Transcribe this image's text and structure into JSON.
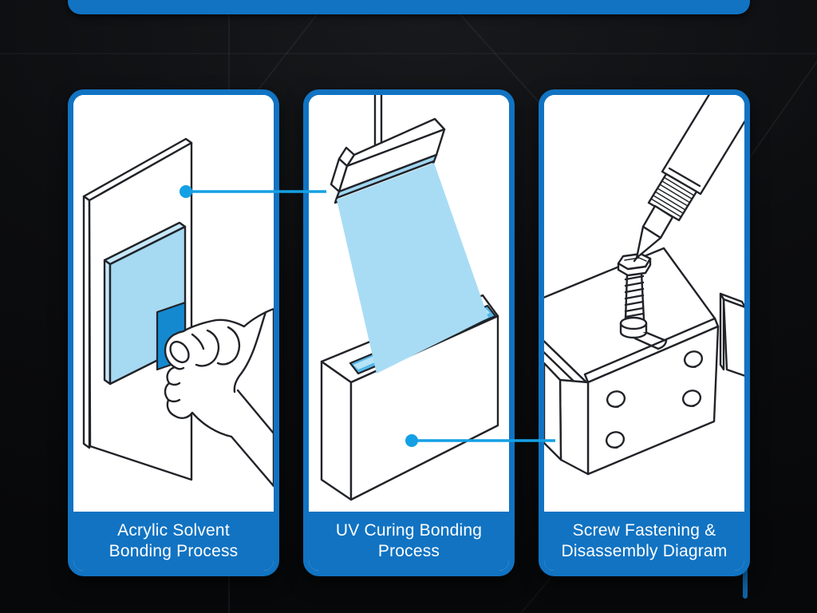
{
  "colors": {
    "accent_blue": "#1173c2",
    "callout_blue": "#14a0e4",
    "line_dark": "#212328",
    "panel_white": "#ffffff",
    "sheet_light_blue": "#a6d9f2",
    "sheet_edge_blue": "#c6e8f8",
    "solvent_square_blue": "#1489d0",
    "beam_blue": "#a8dcf5",
    "slot_blue": "#54b5e6",
    "slot_inner_blue": "#b5e3f7",
    "lamp_strip_blue": "#9fd6f2",
    "caption_text": "#ffffff",
    "background_dark": "#0a0b0d"
  },
  "panels": [
    {
      "id": "acrylic-solvent-bonding",
      "illustration": "hand-pressing-acrylic-sheets-illustration",
      "caption_line1": "Acrylic Solvent",
      "caption_line2": "Bonding Process"
    },
    {
      "id": "uv-curing-bonding",
      "illustration": "uv-lamp-curing-case-illustration",
      "caption_line1": "UV Curing Bonding",
      "caption_line2": "Process"
    },
    {
      "id": "screw-fastening",
      "illustration": "driver-bolt-bracket-illustration",
      "caption_line1": "Screw Fastening &",
      "caption_line2": "Disassembly Diagram"
    }
  ]
}
